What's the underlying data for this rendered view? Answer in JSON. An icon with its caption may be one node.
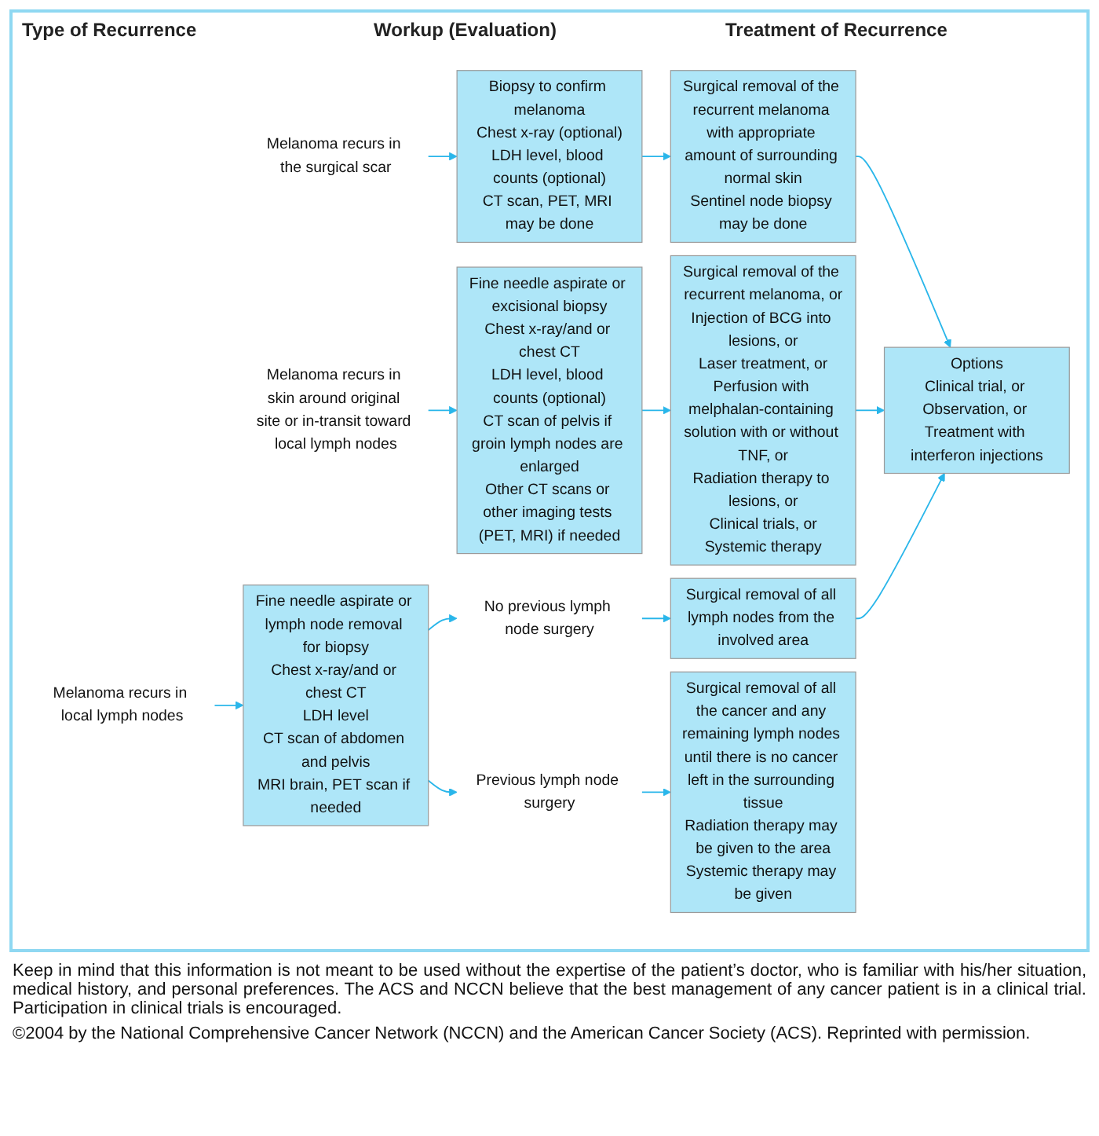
{
  "diagram": {
    "nodes": [
      {
        "text": [
          "Melanoma recurs in the surgical scar"
        ]
      },
      {
        "text": [
          "Biopsy to confirm melanoma",
          "Chest x-ray (optional)",
          "LDH level, blood counts (optional)",
          "CT scan, PET, MRI may be done"
        ]
      },
      {
        "text": [
          "Surgical removal of the recurrent melanoma with appropriate amount of surrounding normal skin",
          "Sentinel node biopsy may be done"
        ]
      },
      {
        "text": [
          "Melanoma recurs in skin around original site or in-transit toward local lymph nodes"
        ]
      },
      {
        "text": [
          "Fine needle aspirate or excisional biopsy",
          "Chest x-ray/and or chest CT",
          "LDH level, blood counts (optional)",
          "CT scan of pelvis if groin lymph nodes are enlarged",
          "Other CT scans or other imaging tests (PET, MRI) if needed"
        ]
      },
      {
        "text": [
          "Surgical removal of the recurrent melanoma, or",
          "Injection of BCG into lesions, or",
          "Laser treatment, or",
          "Perfusion with melphalan-containing solution with or without TNF, or",
          "Radiation therapy to lesions, or",
          "Clinical trials, or",
          "Systemic therapy"
        ]
      },
      {
        "text": [
          "Options",
          "Clinical trial, or Observation, or Treatment with interferon injections"
        ]
      },
      {
        "text": [
          "Melanoma recurs in local lymph nodes"
        ]
      },
      {
        "text": [
          "Fine needle aspirate or lymph node removal for biopsy",
          "Chest x-ray/and or chest CT",
          "LDH level",
          "CT scan of abdomen and pelvis",
          "MRI brain, PET scan if needed"
        ]
      },
      {
        "text": [
          "No previous lymph node surgery"
        ]
      },
      {
        "text": [
          "Surgical removal of all lymph nodes from the involved area"
        ]
      },
      {
        "text": [
          "Previous lymph node surgery"
        ]
      },
      {
        "text": [
          "Surgical removal of all the cancer and any remaining lymph nodes until there is no cancer left in the surrounding tissue",
          "Radiation therapy may be given to the area",
          "Systemic therapy may be given"
        ]
      }
    ],
    "edges": [
      {
        "from": 0,
        "to": 1,
        "arrow": "to"
      },
      {
        "from": 1,
        "to": 2,
        "arrow": "to"
      },
      {
        "from": 3,
        "to": 4,
        "arrow": "to"
      },
      {
        "from": 4,
        "to": 5,
        "arrow": "to"
      },
      {
        "from": 7,
        "to": 8,
        "arrow": "to"
      },
      {
        "from": 8,
        "to": 9,
        "arrow": "to"
      },
      {
        "from": 9,
        "to": 10,
        "arrow": "to"
      },
      {
        "from": 8,
        "to": 11,
        "arrow": "to"
      },
      {
        "from": 11,
        "to": 12,
        "arrow": "to"
      },
      {
        "from": 2,
        "to": 6,
        "arrow": "to"
      },
      {
        "from": 5,
        "to": 6,
        "arrow": "to"
      },
      {
        "from": 10,
        "to": 6,
        "arrow": "to"
      }
    ],
    "labels": [
      "Type of Recurrence",
      "Workup (Evaluation)",
      "Treatment of Recurrence",
      "Keep in mind that this information is not meant to be used without the expertise of the patient’s doctor, who is familiar with his/her situation, medical history, and personal preferences. The ACS and NCCN believe that the best management of any cancer patient is in a clinical trial. Participation in clinical trials is encouraged.",
      "©2004 by the National Comprehensive Cancer Network (NCCN) and the American Cancer Society (ACS). Reprinted with permission."
    ]
  }
}
